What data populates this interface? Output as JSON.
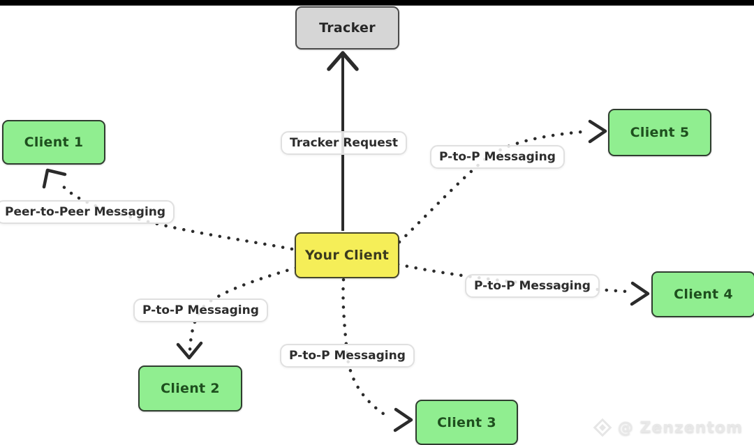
{
  "nodes": {
    "tracker": {
      "label": "Tracker"
    },
    "your_client": {
      "label": "Your Client"
    },
    "client1": {
      "label": "Client 1"
    },
    "client2": {
      "label": "Client 2"
    },
    "client3": {
      "label": "Client 3"
    },
    "client4": {
      "label": "Client 4"
    },
    "client5": {
      "label": "Client 5"
    }
  },
  "edges": {
    "to_tracker": {
      "label": "Tracker Request"
    },
    "to_client1": {
      "label": "Peer-to-Peer Messaging"
    },
    "to_client2": {
      "label": "P-to-P Messaging"
    },
    "to_client3": {
      "label": "P-to-P Messaging"
    },
    "to_client4": {
      "label": "P-to-P Messaging"
    },
    "to_client5": {
      "label": "P-to-P Messaging"
    }
  },
  "watermark": {
    "text": "@ Zenzentom"
  },
  "colors": {
    "line": "#2b2b2b",
    "peer_fill": "#90ee90",
    "peer_text": "#1e4f1e",
    "self_fill": "#f5ee58",
    "self_text": "#3b3b1f",
    "tracker_fill": "#d6d6d6",
    "tracker_text": "#262626",
    "node_border": "#3a3a3a",
    "pill_border": "#e0e0e0",
    "pill_text": "#2d2d2d",
    "watermark": "#e8e8e8"
  }
}
